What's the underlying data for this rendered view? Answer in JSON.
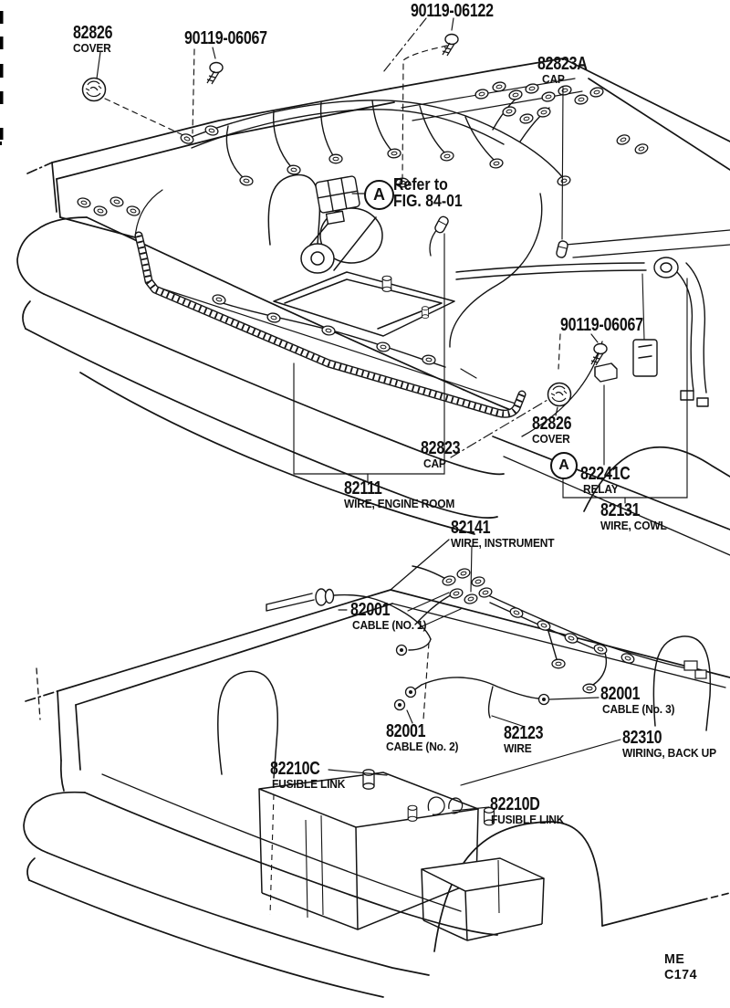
{
  "page": {
    "page_code": "ME C174"
  },
  "note": {
    "callout_letter": "A",
    "line1": "Refer to",
    "line2": "FIG. 84-01"
  },
  "cowl_callout": {
    "letter": "A"
  },
  "parts": {
    "cover_top": {
      "number": "82826",
      "name": "COVER"
    },
    "screw_top": {
      "number": "90119-06067"
    },
    "screw_center": {
      "number": "90119-06122"
    },
    "cap_a": {
      "number": "82823A",
      "name": "CAP"
    },
    "screw_cowl": {
      "number": "90119-06067"
    },
    "cover_cowl": {
      "number": "82826",
      "name": "COVER"
    },
    "relay": {
      "number": "82241C",
      "name": "RELAY"
    },
    "wire_cowl": {
      "number": "82131",
      "name": "WIRE, COWL"
    },
    "cap": {
      "number": "82823",
      "name": "CAP"
    },
    "wire_engine_room": {
      "number": "82111",
      "name": "WIRE, ENGINE ROOM"
    },
    "wire_instrument": {
      "number": "82141",
      "name": "WIRE, INSTRUMENT"
    },
    "cable_no1": {
      "number": "82001",
      "name": "CABLE (NO. 1)"
    },
    "cable_no3": {
      "number": "82001",
      "name": "CABLE (No. 3)"
    },
    "cable_no2": {
      "number": "82001",
      "name": "CABLE (No. 2)"
    },
    "wire_123": {
      "number": "82123",
      "name": "WIRE"
    },
    "wiring_back_up": {
      "number": "82310",
      "name": "WIRING, BACK UP"
    },
    "fusible_link_c": {
      "number": "82210C",
      "name": "FUSIBLE LINK"
    },
    "fusible_link_d": {
      "number": "82210D",
      "name": "FUSIBLE LINK"
    }
  },
  "colors": {
    "ink": "#141414",
    "paper": "#ffffff"
  }
}
